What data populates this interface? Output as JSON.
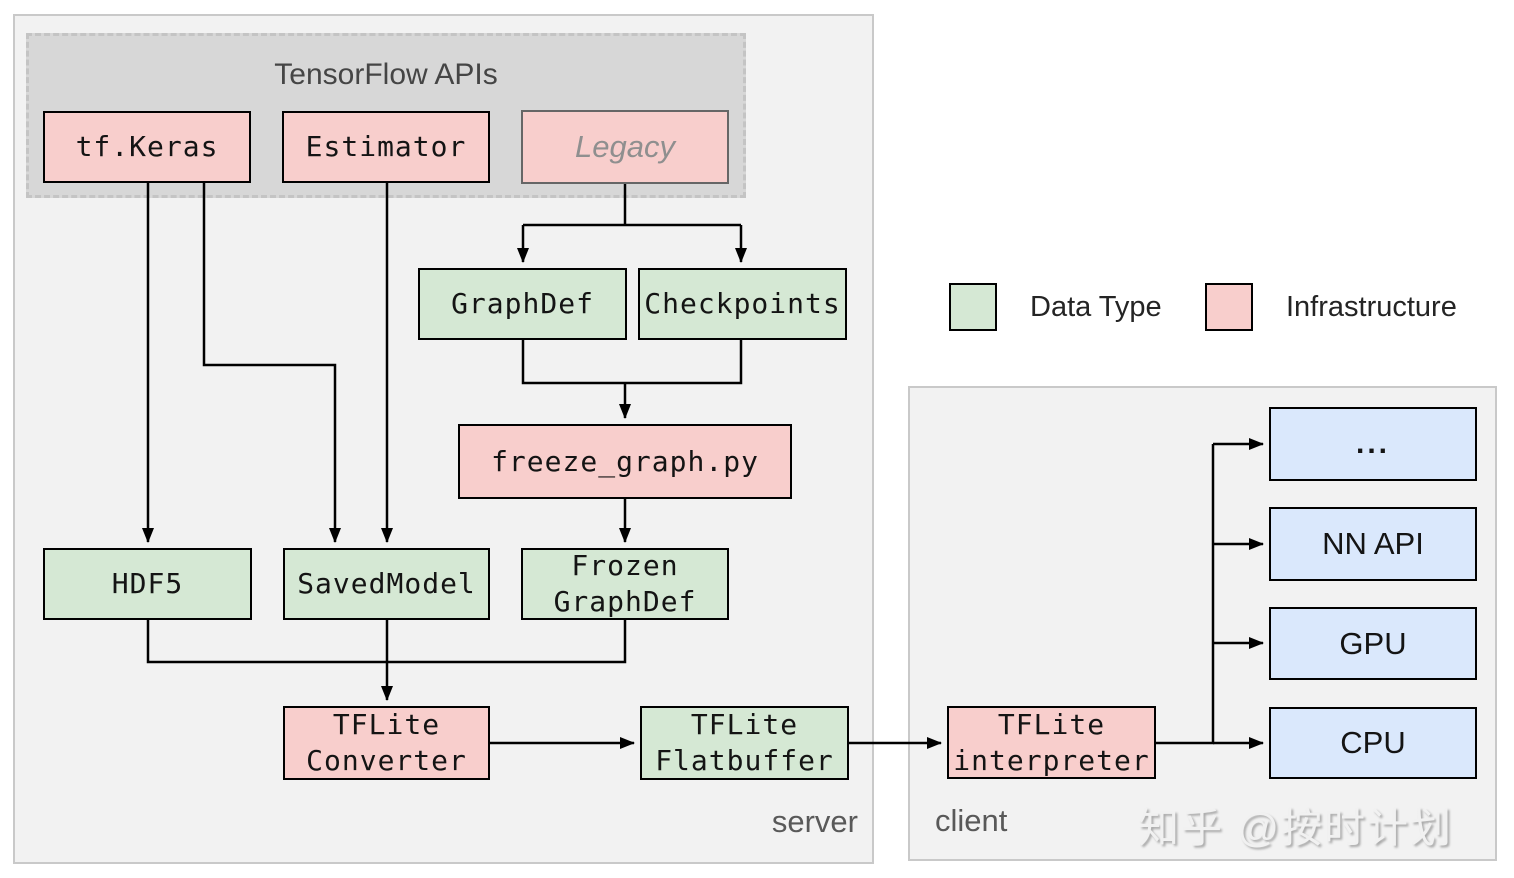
{
  "panels": {
    "server": {
      "label": "server"
    },
    "client": {
      "label": "client"
    }
  },
  "group_box": {
    "title": "TensorFlow APIs"
  },
  "nodes": {
    "tf_keras": {
      "label": "tf.Keras",
      "type": "infrastructure"
    },
    "estimator": {
      "label": "Estimator",
      "type": "infrastructure"
    },
    "legacy": {
      "label": "Legacy",
      "type": "infrastructure"
    },
    "graphdef": {
      "label": "GraphDef",
      "type": "data_type"
    },
    "checkpoints": {
      "label": "Checkpoints",
      "type": "data_type"
    },
    "freeze_graph": {
      "label": "freeze_graph.py",
      "type": "infrastructure"
    },
    "hdf5": {
      "label": "HDF5",
      "type": "data_type"
    },
    "savedmodel": {
      "label": "SavedModel",
      "type": "data_type"
    },
    "frozen_graphdef": {
      "label": "Frozen\nGraphDef",
      "type": "data_type"
    },
    "tflite_converter": {
      "label": "TFLite\nConverter",
      "type": "infrastructure"
    },
    "tflite_flatbuffer": {
      "label": "TFLite\nFlatbuffer",
      "type": "data_type"
    },
    "tflite_interpreter": {
      "label": "TFLite\ninterpreter",
      "type": "infrastructure"
    },
    "delegate_other": {
      "label": "...",
      "type": "delegate"
    },
    "nn_api": {
      "label": "NN API",
      "type": "delegate"
    },
    "gpu": {
      "label": "GPU",
      "type": "delegate"
    },
    "cpu": {
      "label": "CPU",
      "type": "delegate"
    }
  },
  "legend": {
    "items": [
      {
        "label": "Data Type",
        "color": "#d5e8d4"
      },
      {
        "label": "Infrastructure",
        "color": "#f8cecc"
      }
    ]
  },
  "watermark": {
    "text": "知乎 @按时计划"
  },
  "colors": {
    "data_type": "#d5e8d4",
    "infrastructure": "#f8cecc",
    "delegate": "#dae8fc",
    "panel_fill": "#f2f2f2",
    "group_fill": "#d7d7d7",
    "node_border": "#000000",
    "legacy_border": "#666666",
    "panel_label": "#595959"
  }
}
